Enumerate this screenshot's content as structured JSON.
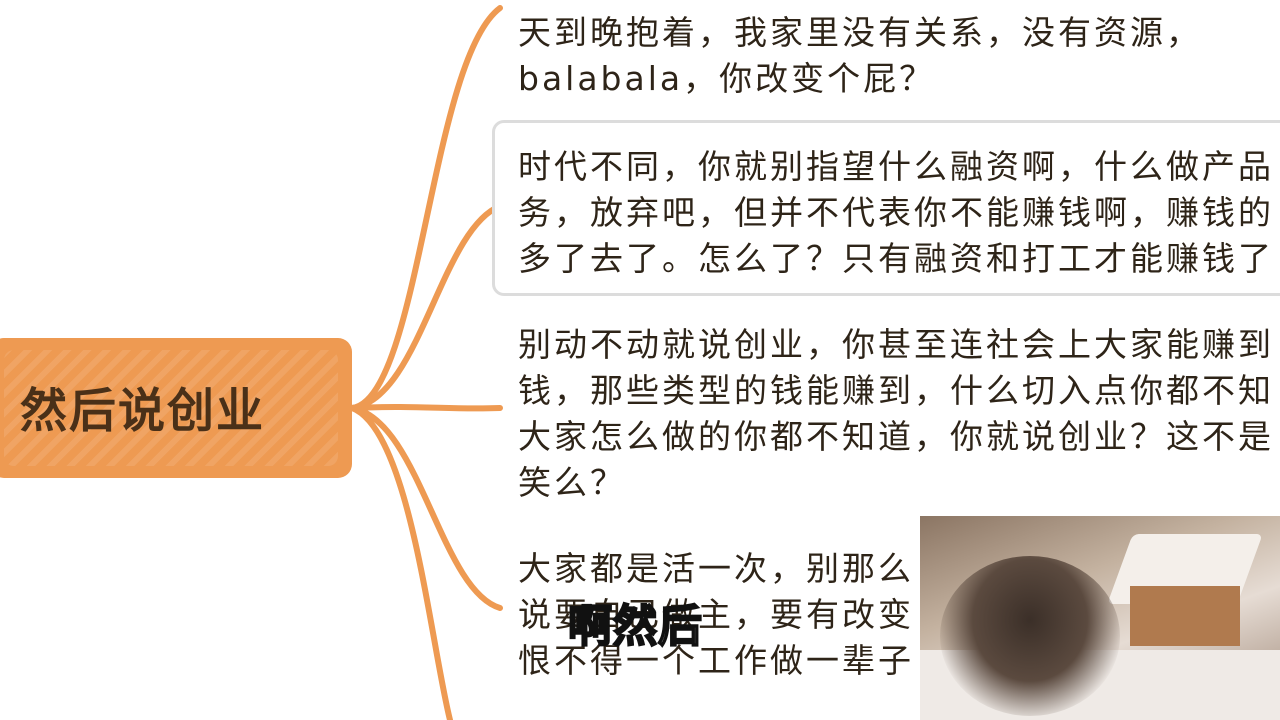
{
  "root": {
    "label": "然后说创业"
  },
  "nodes": [
    {
      "lines": [
        "天到晚抱着，我家里没有关系，没有资源，",
        "balabala，你改变个屁？"
      ]
    },
    {
      "lines": [
        "时代不同，你就别指望什么融资啊，什么做产品",
        "务，放弃吧，但并不代表你不能赚钱啊，赚钱的",
        "多了去了。怎么了？只有融资和打工才能赚钱了"
      ]
    },
    {
      "lines": [
        "别动不动就说创业，你甚至连社会上大家能赚到",
        "钱，那些类型的钱能赚到，什么切入点你都不知",
        "大家怎么做的你都不知道，你就说创业？这不是",
        "笑么？"
      ]
    },
    {
      "lines": [
        "大家都是活一次，别那么",
        "说要自己做主，要有改变",
        "恨不得一个工作做一辈子"
      ]
    }
  ],
  "subtitle": "啊然后",
  "colors": {
    "branch": "#ee9a52",
    "root_fill": "#ee9a52",
    "root_text": "#4a3018",
    "node_text": "#2e2418"
  }
}
